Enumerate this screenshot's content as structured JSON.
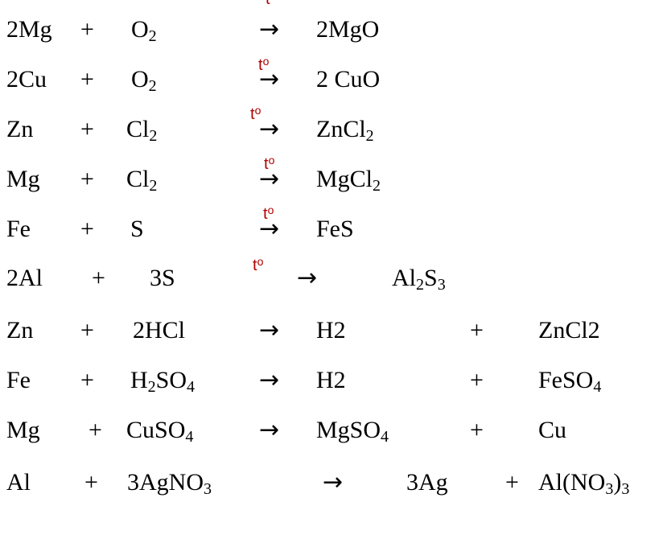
{
  "condition": {
    "label": "t",
    "superscript": "o",
    "color": "#b00000"
  },
  "arrow": "→",
  "plus": "+",
  "equations": [
    {
      "terms": [
        {
          "t": "2Mg"
        },
        {
          "t": "+"
        },
        {
          "t": "O",
          "sub": "2"
        },
        {
          "t": "→"
        },
        {
          "t": "2MgO"
        }
      ]
    },
    {
      "terms": [
        {
          "t": "2Cu"
        },
        {
          "t": "+"
        },
        {
          "t": "O",
          "sub": "2"
        },
        {
          "t": "→"
        },
        {
          "t": "2 CuO"
        }
      ]
    },
    {
      "terms": [
        {
          "t": "Zn"
        },
        {
          "t": "+"
        },
        {
          "t": "Cl",
          "sub": "2"
        },
        {
          "t": "→"
        },
        {
          "t": "ZnCl",
          "sub": "2"
        }
      ]
    },
    {
      "terms": [
        {
          "t": "Mg"
        },
        {
          "t": "+"
        },
        {
          "t": "Cl",
          "sub": "2"
        },
        {
          "t": "→"
        },
        {
          "t": "MgCl",
          "sub": "2"
        }
      ]
    },
    {
      "terms": [
        {
          "t": "Fe"
        },
        {
          "t": "+"
        },
        {
          "t": "S"
        },
        {
          "t": "→"
        },
        {
          "t": "FeS"
        }
      ]
    },
    {
      "terms": [
        {
          "t": "2Al"
        },
        {
          "t": "+"
        },
        {
          "t": "3S"
        },
        {
          "t": "→"
        },
        {
          "t": "Al",
          "sub": "2",
          "t2": "S",
          "sub2": "3"
        }
      ]
    },
    {
      "terms": [
        {
          "t": "Zn"
        },
        {
          "t": "+"
        },
        {
          "t": "2HCl"
        },
        {
          "t": "→"
        },
        {
          "t": "H2"
        },
        {
          "t": "+"
        },
        {
          "t": "ZnCl2"
        }
      ]
    },
    {
      "terms": [
        {
          "t": "Fe"
        },
        {
          "t": "+"
        },
        {
          "t": "H",
          "sub": "2",
          "t2": "SO",
          "sub2": "4"
        },
        {
          "t": "→"
        },
        {
          "t": "H2"
        },
        {
          "t": "+"
        },
        {
          "t": "FeSO",
          "sub": "4"
        }
      ]
    },
    {
      "terms": [
        {
          "t": "Mg"
        },
        {
          "t": "+"
        },
        {
          "t": "CuSO",
          "sub": "4"
        },
        {
          "t": "→"
        },
        {
          "t": "MgSO",
          "sub": "4"
        },
        {
          "t": "+"
        },
        {
          "t": "Cu"
        }
      ]
    },
    {
      "terms": [
        {
          "t": "Al"
        },
        {
          "t": "+"
        },
        {
          "t": "3AgNO",
          "sub": "3"
        },
        {
          "t": "→"
        },
        {
          "t": "3Ag"
        },
        {
          "t": "+"
        },
        {
          "t": "Al(NO",
          "sub": "3",
          "t2": ")",
          "sub2": "3"
        }
      ]
    }
  ]
}
